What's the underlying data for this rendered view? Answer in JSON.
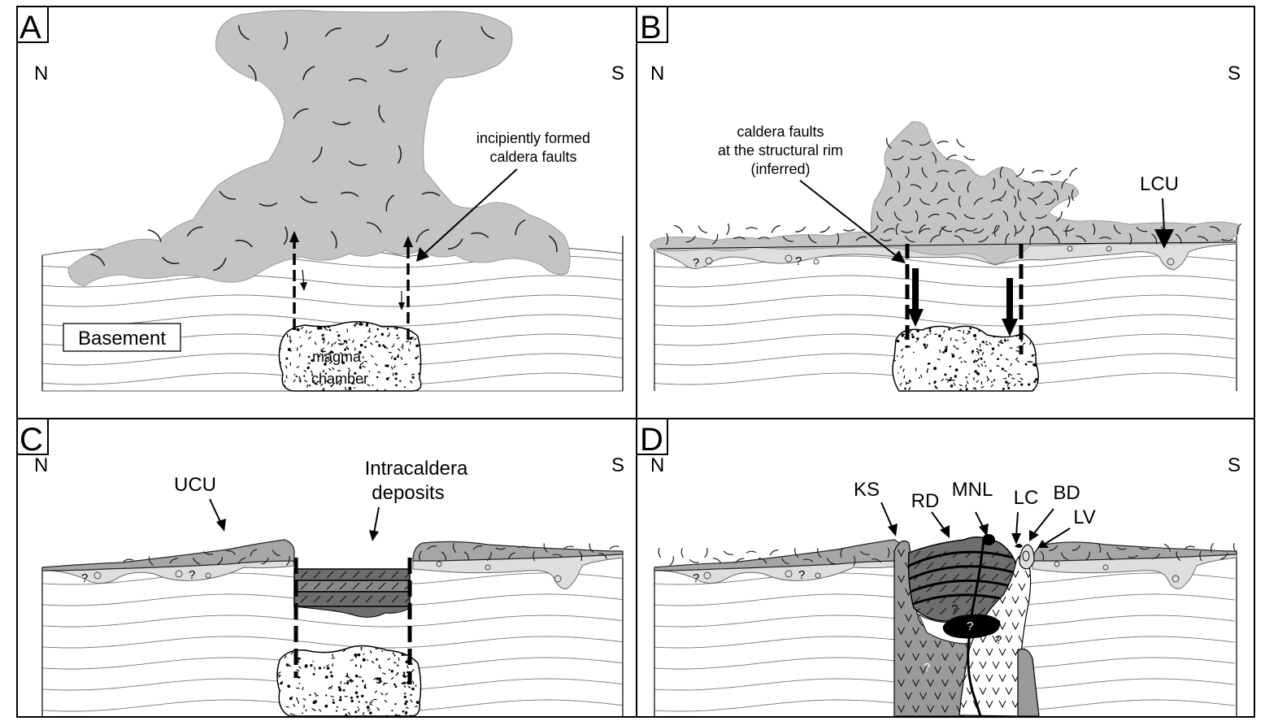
{
  "panels": [
    {
      "id": "A",
      "letter": "A",
      "north": "N",
      "south": "S"
    },
    {
      "id": "B",
      "letter": "B",
      "north": "N",
      "south": "S"
    },
    {
      "id": "C",
      "letter": "C",
      "north": "N",
      "south": "S"
    },
    {
      "id": "D",
      "letter": "D",
      "north": "N",
      "south": "S"
    }
  ],
  "labels": {
    "basement": "Basement",
    "magma_line1": "magma",
    "magma_line2": "chamber",
    "incipient_line1": "incipiently formed",
    "incipient_line2": "caldera faults",
    "rim_line1": "caldera faults",
    "rim_line2": "at the structural rim",
    "rim_line3": "(inferred)",
    "lcu": "LCU",
    "ucu": "UCU",
    "intra_line1": "Intracaldera",
    "intra_line2": "deposits",
    "ks": "KS",
    "rd": "RD",
    "mnl": "MNL",
    "lc": "LC",
    "bd": "BD",
    "lv": "LV",
    "unknown": "?"
  },
  "colors": {
    "cloud": "#c4c4c4",
    "lcu_fill": "#dedede",
    "ucu_fill": "#a6a6a6",
    "dark_layer": "#6e6e6e",
    "intrusion": "#9a9a9a",
    "black": "#000000"
  }
}
